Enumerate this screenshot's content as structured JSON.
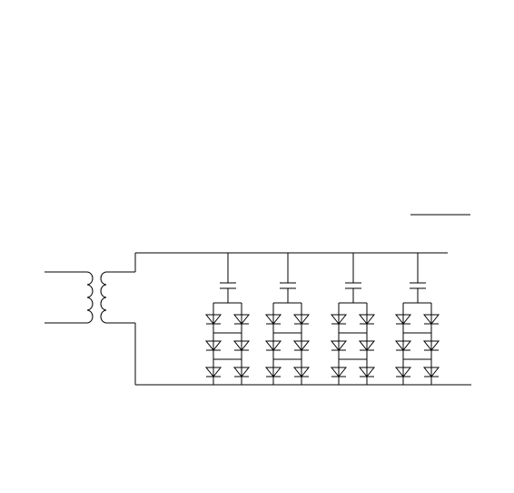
{
  "diagram": {
    "kind": "circuit-schematic",
    "background": "#ffffff",
    "stroke_color": "#000000",
    "components": {
      "transformer": {
        "primary_loops": 4,
        "secondary_loops": 4
      },
      "branches": [
        {
          "id": 1,
          "capacitor": true,
          "diode_pairs": 3
        },
        {
          "id": 2,
          "capacitor": true,
          "diode_pairs": 3
        },
        {
          "id": 3,
          "capacitor": true,
          "diode_pairs": 3
        },
        {
          "id": 4,
          "capacitor": true,
          "diode_pairs": 3
        }
      ]
    }
  }
}
